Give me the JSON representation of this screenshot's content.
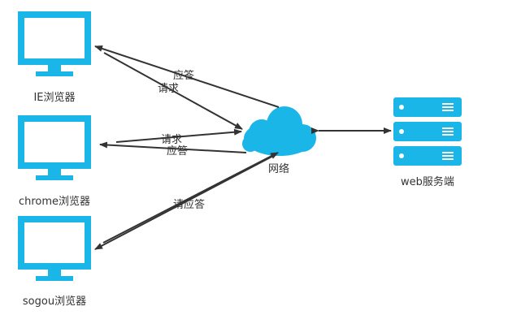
{
  "clients": [
    {
      "label": "IE浏览器"
    },
    {
      "label": "chrome浏览器"
    },
    {
      "label": "sogou浏览器"
    }
  ],
  "network": {
    "label": "网络"
  },
  "server": {
    "label": "web服务端"
  },
  "edges": {
    "ie_response": "应答",
    "ie_request": "请求",
    "chrome_request": "请求",
    "chrome_response": "应答",
    "sogou_both": "请应答"
  },
  "colors": {
    "accent": "#1bb6e8",
    "arrow": "#333333",
    "text": "#333333"
  },
  "icons": {
    "client": "monitor-icon",
    "network": "cloud-icon",
    "server": "server-rack-icon"
  }
}
